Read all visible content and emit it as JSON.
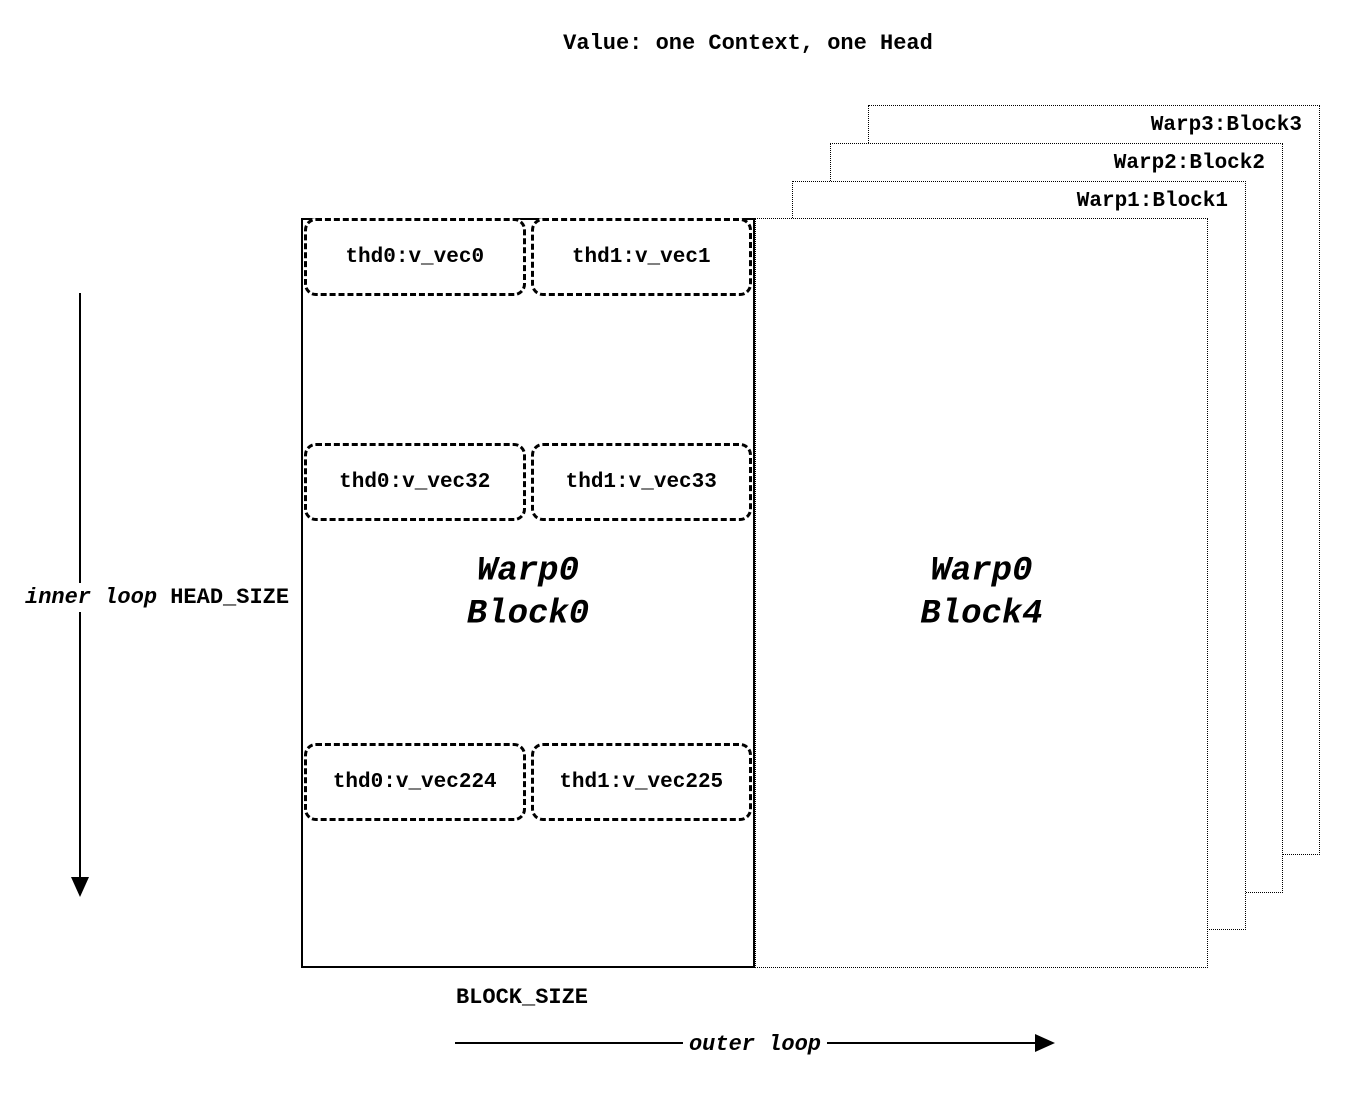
{
  "title": "Value: one Context, one Head",
  "block0": {
    "label_line1": "Warp0",
    "label_line2": "Block0",
    "thread_rows": [
      {
        "left": "thd0:v_vec0",
        "right": "thd1:v_vec1"
      },
      {
        "left": "thd0:v_vec32",
        "right": "thd1:v_vec33"
      },
      {
        "left": "thd0:v_vec224",
        "right": "thd1:v_vec225"
      }
    ]
  },
  "block4": {
    "label_line1": "Warp0",
    "label_line2": "Block4"
  },
  "back_blocks": [
    {
      "label": "Warp1:Block1"
    },
    {
      "label": "Warp2:Block2"
    },
    {
      "label": "Warp3:Block3"
    }
  ],
  "annotations": {
    "inner_loop": "inner loop",
    "head_size": "HEAD_SIZE",
    "block_size": "BLOCK_SIZE",
    "outer_loop": "outer loop"
  },
  "colors": {
    "ink": "#000000",
    "background": "#ffffff"
  }
}
